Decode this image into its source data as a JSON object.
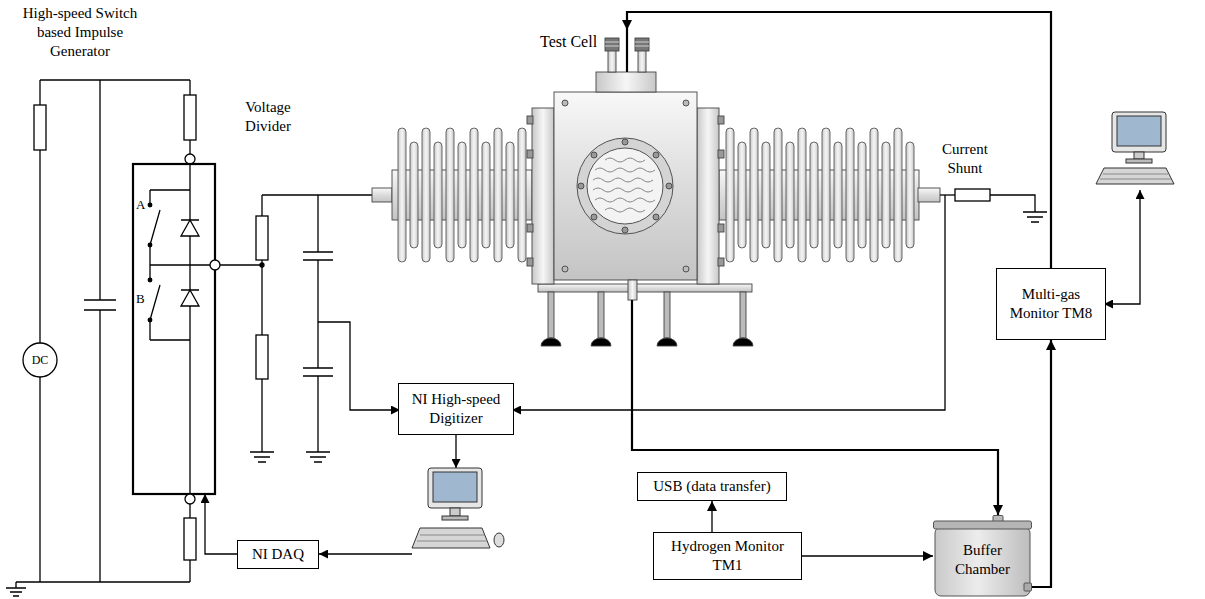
{
  "diagram": {
    "nodes": [
      {
        "text": [
          "Test Cell"
        ]
      },
      {
        "text": [
          "Multi-gas Monitor TM8"
        ]
      },
      {
        "text": [
          "NI High-speed Digitizer"
        ]
      },
      {
        "text": [
          "USB (data transfer)"
        ]
      },
      {
        "text": [
          "NI DAQ"
        ]
      },
      {
        "text": [
          "Hydrogen Monitor TM1"
        ]
      },
      {
        "text": [
          "Buffer Chamber"
        ]
      }
    ],
    "edges": [
      {
        "from": 5,
        "to": 3,
        "arrow": "to"
      },
      {
        "from": 5,
        "to": 6,
        "arrow": "to"
      },
      {
        "from": 0,
        "to": 6,
        "arrow": "to"
      },
      {
        "from": 6,
        "to": 1,
        "arrow": "to"
      },
      {
        "from": 1,
        "to": 0,
        "arrow": "to"
      }
    ],
    "labels": [
      "High-speed Switch based Impulse Generator",
      "Voltage Divider",
      "A",
      "B",
      "DC",
      "Current Shunt"
    ]
  }
}
